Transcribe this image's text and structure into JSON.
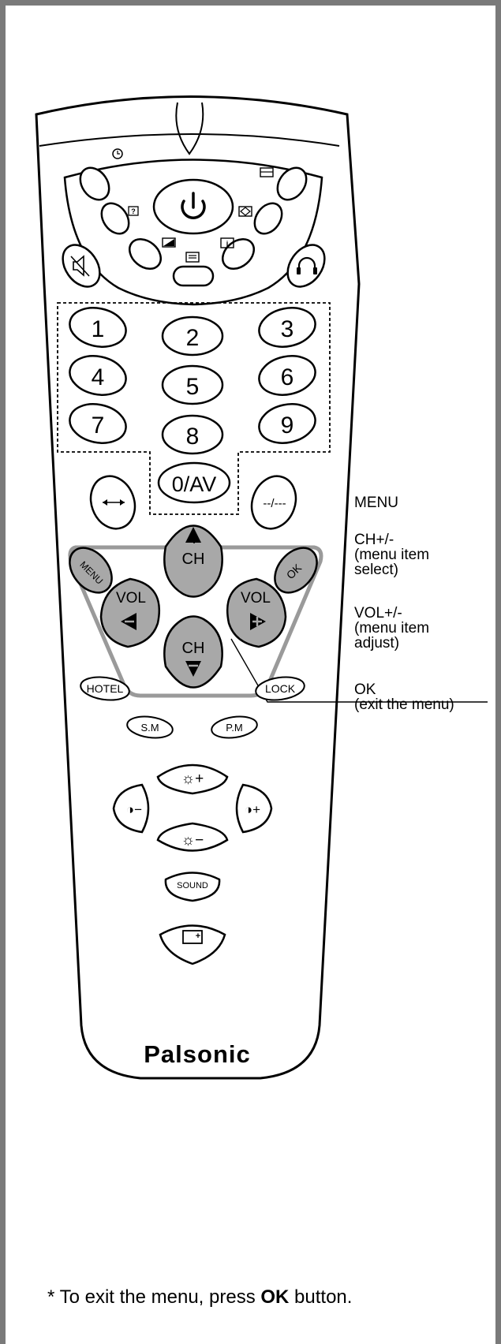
{
  "brand": "Palsonic",
  "buttons": {
    "digits": [
      "1",
      "2",
      "3",
      "4",
      "5",
      "6",
      "7",
      "8",
      "9"
    ],
    "zero_av": "0/AV",
    "swap": "↔",
    "dash": "--/---",
    "ch": "CH",
    "vol": "VOL",
    "menu": "MENU",
    "ok": "OK",
    "hotel": "HOTEL",
    "lock": "LOCK",
    "sm": "S.M",
    "pm": "P.M",
    "bright_up": "☼+",
    "bright_down": "☼−",
    "contrast_down": "◑−",
    "contrast_up": "◑+",
    "sound": "SOUND"
  },
  "callouts": {
    "menu": "MENU",
    "ch": [
      "CH+/-",
      "(menu item",
      "select)"
    ],
    "vol": [
      "VOL+/-",
      "(menu item",
      "adjust)"
    ],
    "ok": [
      "OK",
      "(exit the menu)"
    ]
  },
  "footnote": {
    "prefix": "* To exit the menu, press ",
    "bold": "OK",
    "suffix": " button."
  },
  "colors": {
    "frame": "#7a7a7a",
    "highlight_outline": "#9a9a9a",
    "highlight_button": "#a8a8a8"
  }
}
